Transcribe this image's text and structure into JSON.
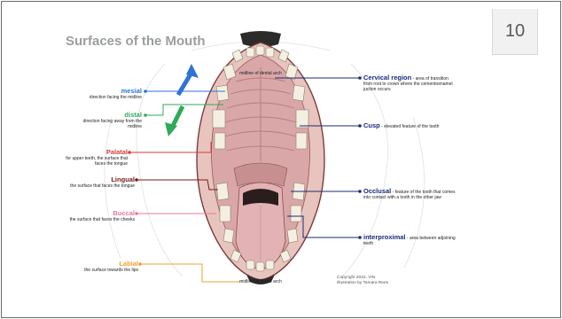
{
  "page_number": "10",
  "title": "Surfaces of the Mouth",
  "midline_top": "midline of dental arch",
  "midline_bottom": "midline of dental arch",
  "left_labels": {
    "mesial": {
      "term": "mesial",
      "desc": "direction facing the midline"
    },
    "distal": {
      "term": "distal",
      "desc": "direction facing away from the midline"
    },
    "palatal": {
      "term": "Palatal",
      "desc": "for upper teeth, the surface that faces the tongue"
    },
    "lingual": {
      "term": "Lingual",
      "desc": "the surface that faces the tongue"
    },
    "buccal": {
      "term": "Buccal",
      "desc": "the surface that faces the cheeks"
    },
    "labial": {
      "term": "Labial",
      "desc": "the surface towards the lips"
    }
  },
  "right_labels": {
    "cervical": {
      "term": "Cervical region",
      "desc": "- area of transition from root to crown where the cementoenamel juction occurs"
    },
    "cusp": {
      "term": "Cusp",
      "desc": "- elevated feature of the tooth"
    },
    "occlusal": {
      "term": "Occlusal",
      "desc": "- feature of the tooth that comes into contact with a tooth in the other jaw"
    },
    "interproximal": {
      "term": "interproximal",
      "desc": "- area between adjoining teeth"
    }
  },
  "credit": {
    "line1": "Copyright 2022, VIN",
    "line2": "Illustration by Tamara Rees"
  },
  "colors": {
    "mesial": "#2f73d6",
    "distal": "#2faa5a",
    "palatal": "#d63b3b",
    "lingual": "#7a1a1a",
    "buccal": "#e8789a",
    "labial": "#f0a030",
    "right": "#1a2a7a",
    "title": "#9a9d9f"
  }
}
